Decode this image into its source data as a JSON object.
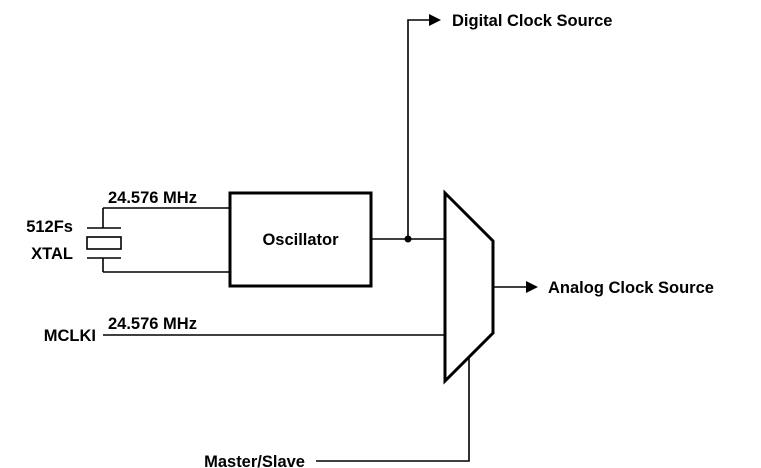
{
  "labels": {
    "digital_clock_source": "Digital Clock Source",
    "analog_clock_source": "Analog Clock Source",
    "oscillator": "Oscillator",
    "crystal_frequency": "24.576 MHz",
    "mclki_frequency": "24.576 MHz",
    "crystal_line1": "512Fs",
    "crystal_line2": "XTAL",
    "mclki": "MCLKI",
    "master_slave": "Master/Slave"
  }
}
